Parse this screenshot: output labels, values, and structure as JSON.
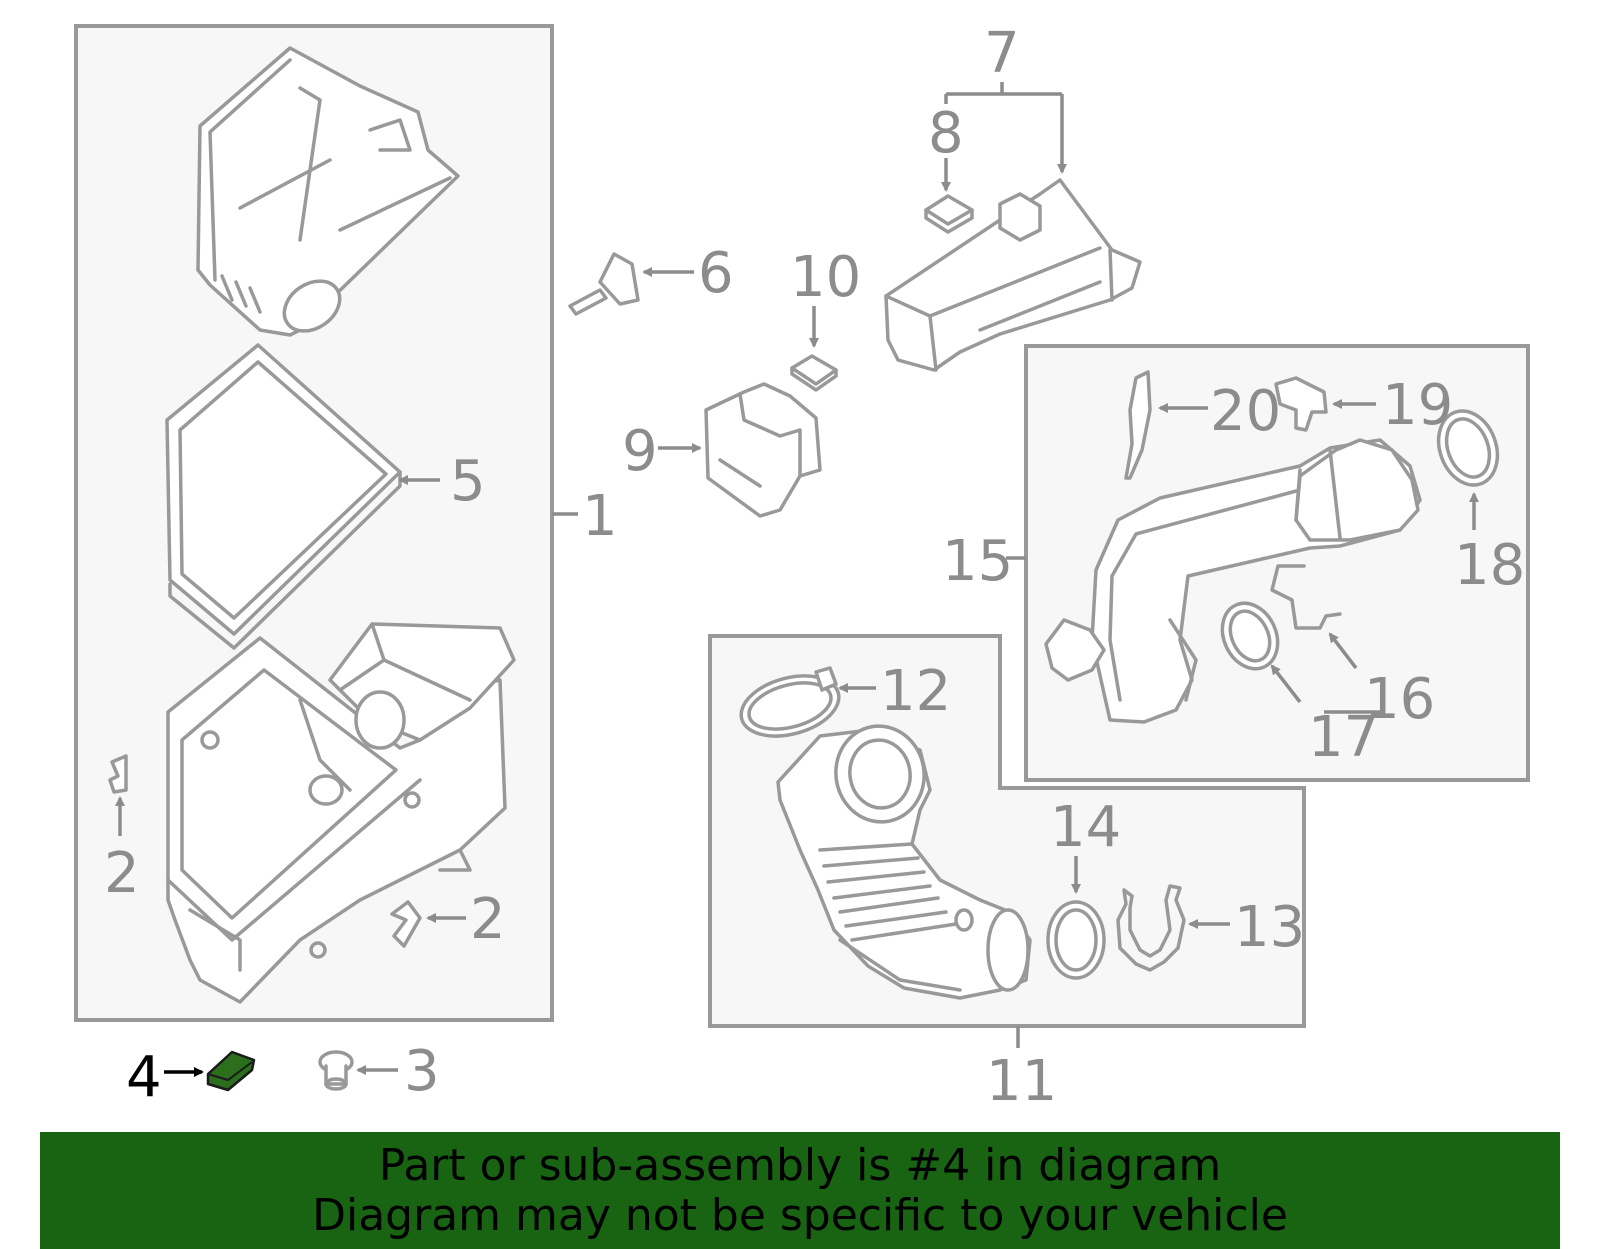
{
  "colors": {
    "highlight": "#2b6e1c",
    "banner_bg": "#186412",
    "line": "#999999",
    "label": "#8c8c8c"
  },
  "callouts": {
    "c1": "1",
    "c2a": "2",
    "c2b": "2",
    "c3": "3",
    "c4": "4",
    "c5": "5",
    "c6": "6",
    "c7": "7",
    "c8": "8",
    "c9": "9",
    "c10": "10",
    "c11": "11",
    "c12": "12",
    "c13": "13",
    "c14": "14",
    "c15": "15",
    "c16": "16",
    "c17": "17",
    "c18": "18",
    "c19": "19",
    "c20": "20"
  },
  "banner": {
    "line1": "Part or sub-assembly is #4 in diagram",
    "line2": "Diagram may not be specific to your vehicle"
  }
}
